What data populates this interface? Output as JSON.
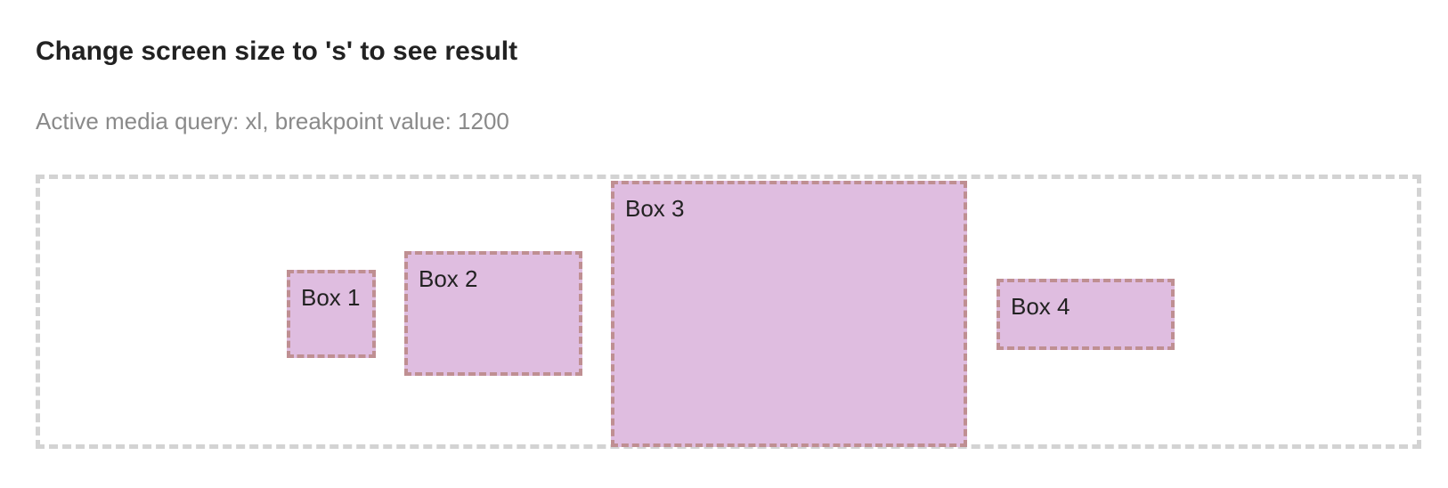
{
  "page": {
    "title": "Change screen size to 's' to see result",
    "media_query_text": "Active media query: xl, breakpoint value: 1200"
  },
  "boxes": [
    {
      "label": "Box 1"
    },
    {
      "label": "Box 2"
    },
    {
      "label": "Box 3"
    },
    {
      "label": "Box 4"
    }
  ],
  "colors": {
    "box_background": "#dfbde0",
    "box_border": "#bf8f92",
    "container_border": "#d3d3d3"
  }
}
